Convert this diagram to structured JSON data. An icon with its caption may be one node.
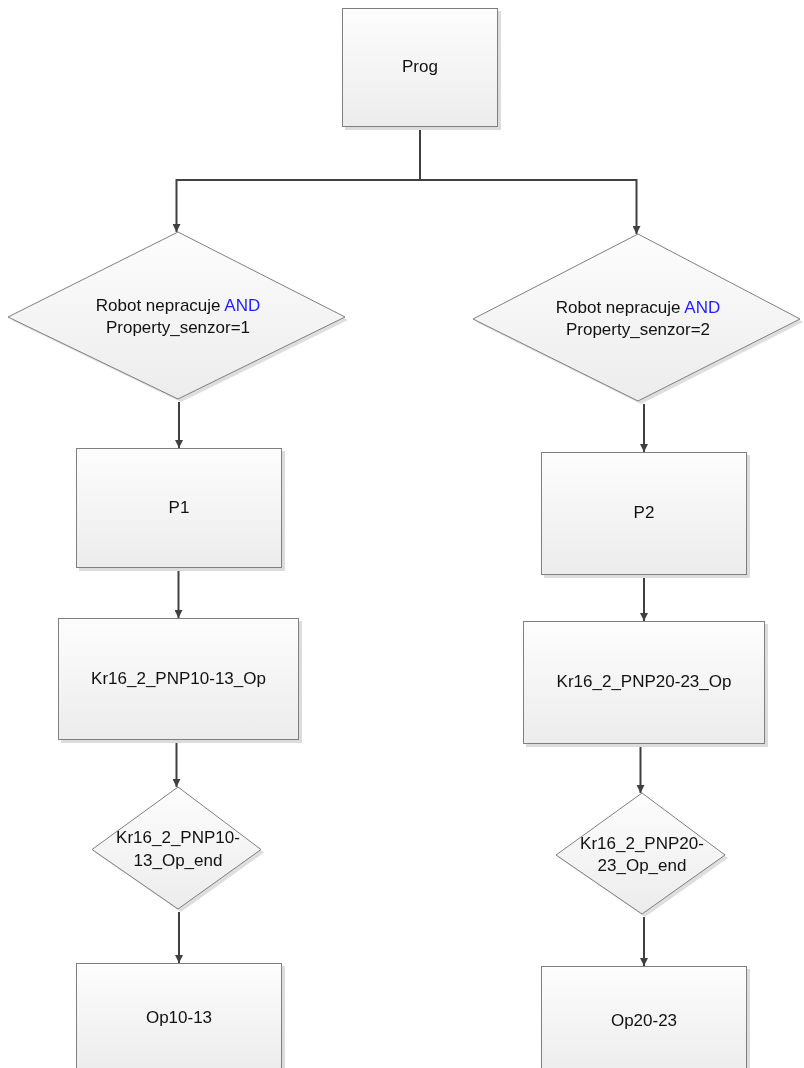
{
  "diagram": {
    "nodes": [
      {
        "text": [
          "Prog"
        ]
      },
      {
        "text": [
          "Robot nepracuje AND Property_senzor=1"
        ]
      },
      {
        "text": [
          "Robot nepracuje AND Property_senzor=2"
        ]
      },
      {
        "text": [
          "P1"
        ]
      },
      {
        "text": [
          "P2"
        ]
      },
      {
        "text": [
          "Kr16_2_PNP10-13_Op"
        ]
      },
      {
        "text": [
          "Kr16_2_PNP20-23_Op"
        ]
      },
      {
        "text": [
          "Kr16_2_PNP10-13_Op_end"
        ]
      },
      {
        "text": [
          "Kr16_2_PNP20-23_Op_end"
        ]
      },
      {
        "text": [
          "Op10-13"
        ]
      },
      {
        "text": [
          "Op20-23"
        ]
      }
    ],
    "edges": [
      {
        "from": 0,
        "to": 1,
        "arrow": "to"
      },
      {
        "from": 0,
        "to": 2,
        "arrow": "to"
      },
      {
        "from": 1,
        "to": 3,
        "arrow": "to"
      },
      {
        "from": 2,
        "to": 4,
        "arrow": "to"
      },
      {
        "from": 3,
        "to": 5,
        "arrow": "to"
      },
      {
        "from": 4,
        "to": 6,
        "arrow": "to"
      },
      {
        "from": 5,
        "to": 7,
        "arrow": "to"
      },
      {
        "from": 6,
        "to": 8,
        "arrow": "to"
      },
      {
        "from": 7,
        "to": 9,
        "arrow": "to"
      },
      {
        "from": 8,
        "to": 10,
        "arrow": "to"
      }
    ]
  }
}
